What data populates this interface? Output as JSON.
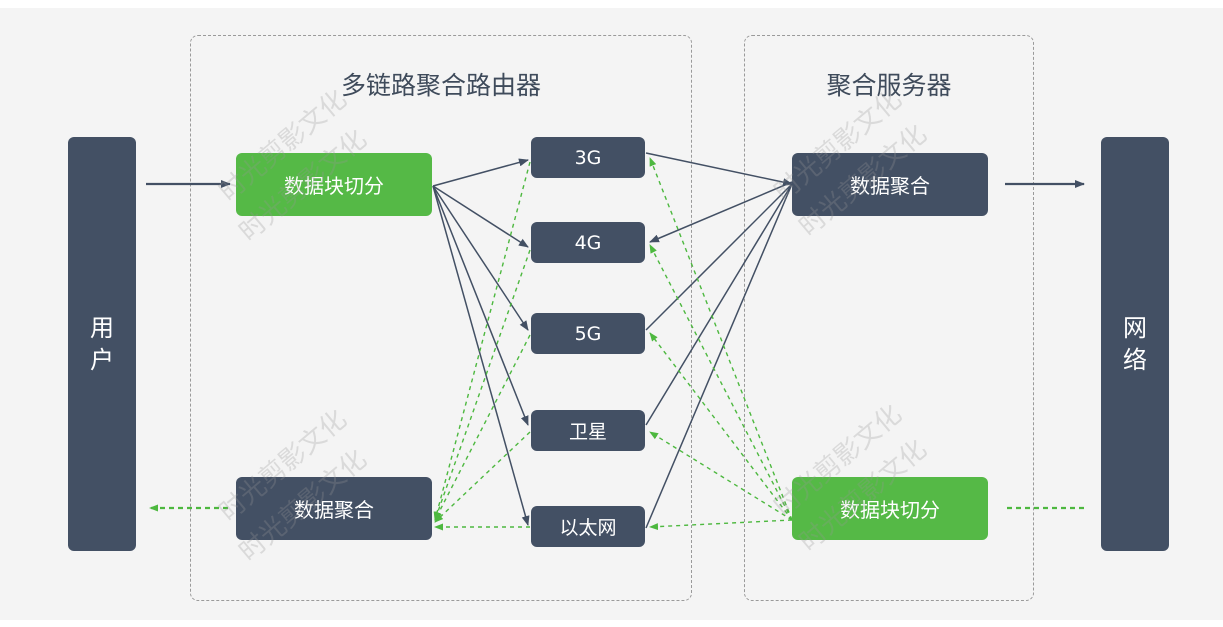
{
  "router": {
    "title": "多链路聚合路由器",
    "split_label": "数据块切分",
    "merge_label": "数据聚合"
  },
  "server": {
    "title": "聚合服务器",
    "merge_label": "数据聚合",
    "split_label": "数据块切分"
  },
  "user": {
    "label": "用户"
  },
  "network": {
    "label": "网络"
  },
  "links": [
    {
      "label": "3G"
    },
    {
      "label": "4G"
    },
    {
      "label": "5G"
    },
    {
      "label": "卫星"
    },
    {
      "label": "以太网"
    }
  ],
  "watermark": "时光剪影文化",
  "colors": {
    "dark": "#435064",
    "green": "#55b946",
    "green_dash": "#4db83f",
    "arrow": "#435064"
  }
}
